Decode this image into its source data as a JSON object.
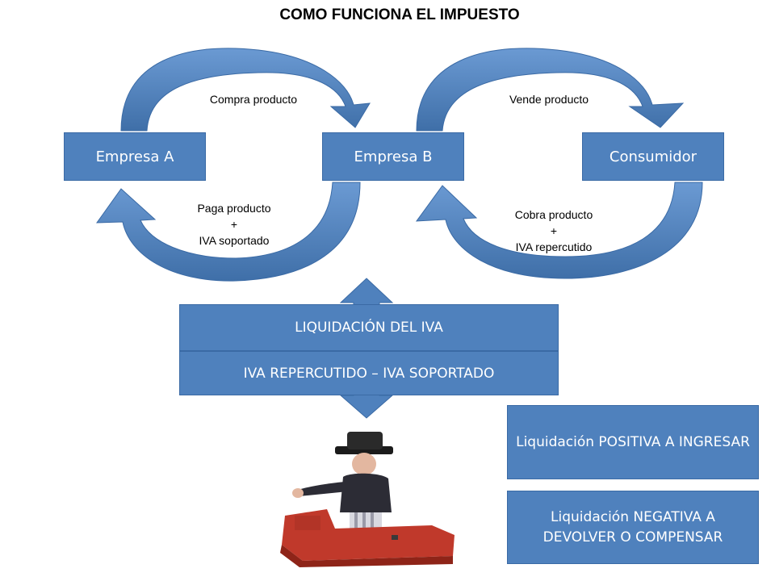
{
  "title": "COMO FUNCIONA EL IMPUESTO",
  "entities": {
    "empresa_a": "Empresa A",
    "empresa_b": "Empresa B",
    "consumidor": "Consumidor"
  },
  "flows": {
    "compra": "Compra  producto",
    "vende": "Vende producto",
    "paga": [
      "Paga producto",
      "+",
      "IVA soportado"
    ],
    "cobra": [
      "Cobra producto",
      "+",
      "IVA repercutido"
    ]
  },
  "liquidacion": {
    "title": "LIQUIDACIÓN DEL IVA",
    "formula": "IVA REPERCUTIDO – IVA SOPORTADO"
  },
  "results": {
    "positive": "Liquidación POSITIVA  A INGRESAR",
    "negative": "Liquidación NEGATIVA  A DEVOLVER O COMPENSAR"
  },
  "colors": {
    "box_fill": "#4f81bd",
    "arrow_fill": "#4a7ebb"
  },
  "icons": {
    "figure": "uncle-sam-collector-figure"
  }
}
